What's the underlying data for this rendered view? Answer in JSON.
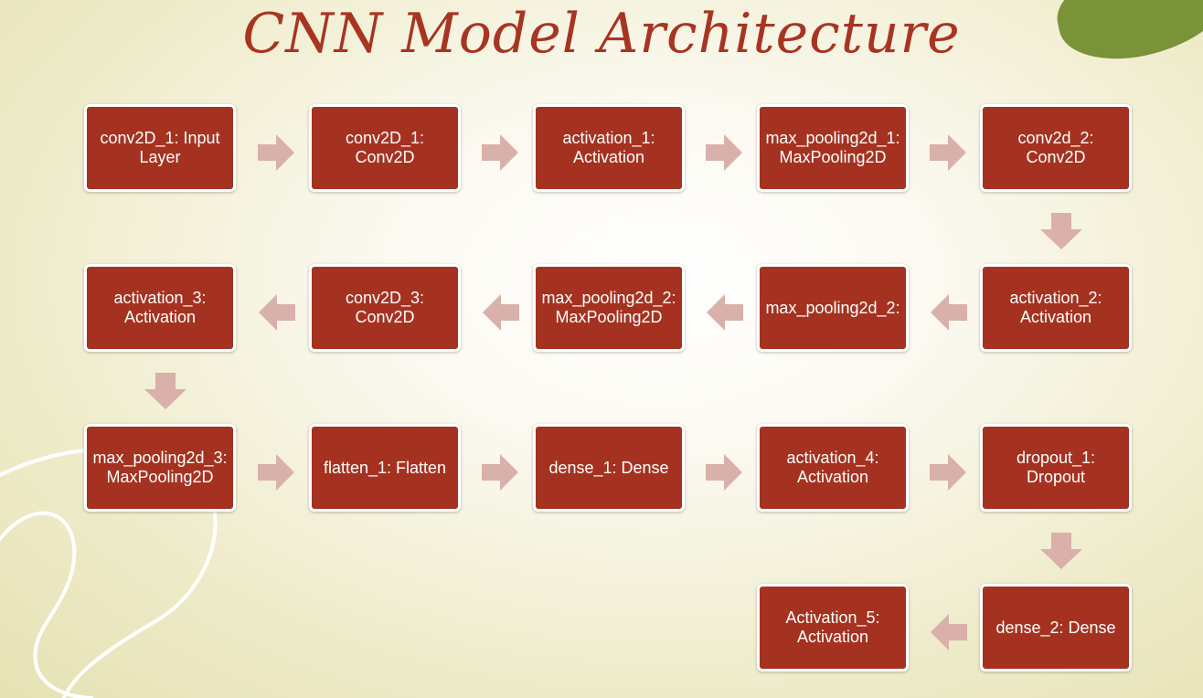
{
  "title": "CNN Model Architecture",
  "colors": {
    "title": "#a83422",
    "node_fill": "#a53220",
    "node_border": "#ffffff",
    "arrow": "#d9b0aa",
    "accent_blob": "#7a9238"
  },
  "nodes": [
    {
      "id": "n1",
      "label": "conv2D_1: Input Layer"
    },
    {
      "id": "n2",
      "label": "conv2D_1: Conv2D"
    },
    {
      "id": "n3",
      "label": "activation_1: Activation"
    },
    {
      "id": "n4",
      "label": "max_pooling2d_1: MaxPooling2D"
    },
    {
      "id": "n5",
      "label": "conv2d_2: Conv2D"
    },
    {
      "id": "n6",
      "label": "activation_2: Activation"
    },
    {
      "id": "n7",
      "label": "max_pooling2d_2:"
    },
    {
      "id": "n8",
      "label": "max_pooling2d_2: MaxPooling2D"
    },
    {
      "id": "n9",
      "label": "conv2D_3: Conv2D"
    },
    {
      "id": "n10",
      "label": "activation_3: Activation"
    },
    {
      "id": "n11",
      "label": "max_pooling2d_3: MaxPooling2D"
    },
    {
      "id": "n12",
      "label": "flatten_1: Flatten"
    },
    {
      "id": "n13",
      "label": "dense_1: Dense"
    },
    {
      "id": "n14",
      "label": "activation_4: Activation"
    },
    {
      "id": "n15",
      "label": "dropout_1: Dropout"
    },
    {
      "id": "n16",
      "label": "dense_2: Dense"
    },
    {
      "id": "n17",
      "label": "Activation_5: Activation"
    }
  ],
  "edges": [
    [
      "n1",
      "n2"
    ],
    [
      "n2",
      "n3"
    ],
    [
      "n3",
      "n4"
    ],
    [
      "n4",
      "n5"
    ],
    [
      "n5",
      "n6"
    ],
    [
      "n6",
      "n7"
    ],
    [
      "n7",
      "n8"
    ],
    [
      "n8",
      "n9"
    ],
    [
      "n9",
      "n10"
    ],
    [
      "n10",
      "n11"
    ],
    [
      "n11",
      "n12"
    ],
    [
      "n12",
      "n13"
    ],
    [
      "n13",
      "n14"
    ],
    [
      "n14",
      "n15"
    ],
    [
      "n15",
      "n16"
    ],
    [
      "n16",
      "n17"
    ]
  ]
}
